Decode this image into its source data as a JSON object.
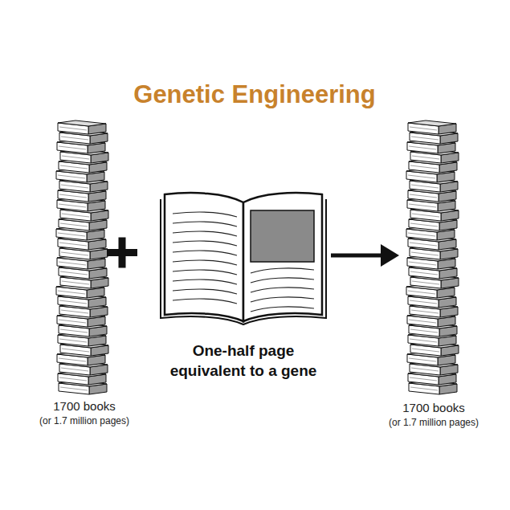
{
  "diagram": {
    "title": "Genetic Engineering",
    "labels": [
      "1700 books",
      "(or 1.7 million pages)",
      "One-half page equivalent to a gene",
      "1700 books",
      "(or 1.7 million pages)"
    ]
  }
}
